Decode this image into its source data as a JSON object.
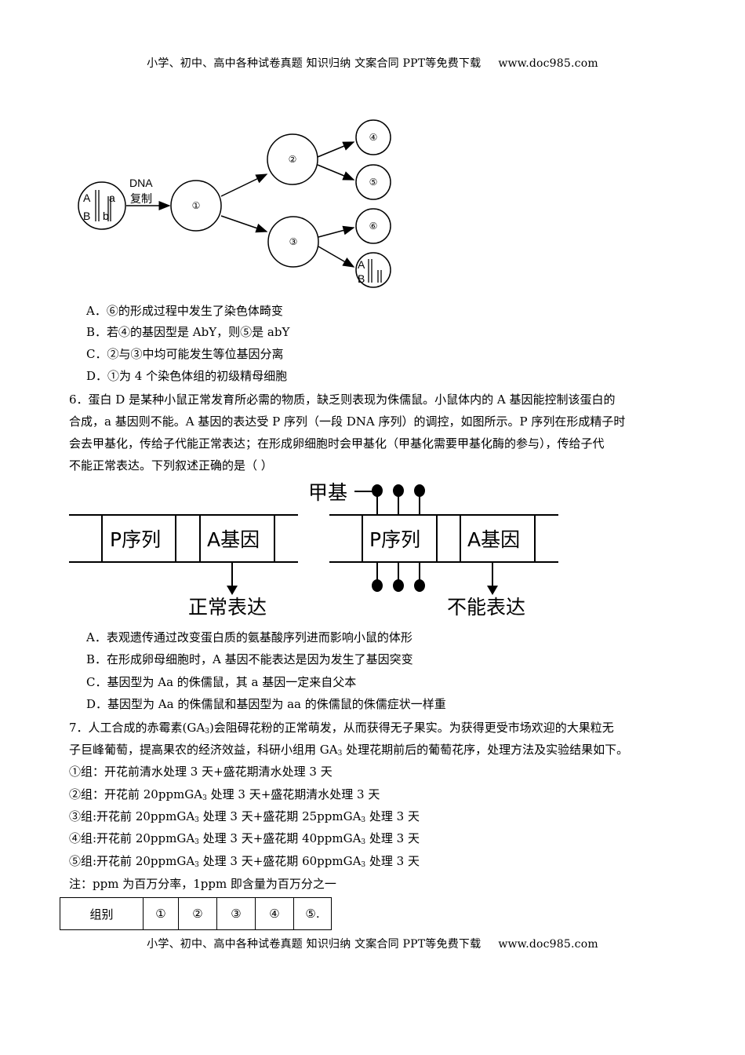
{
  "header": {
    "text": "小学、初中、高中各种试卷真题  知识归纳  文案合同  PPT等免费下载",
    "url": "www.doc985.com"
  },
  "footer": {
    "text": "小学、初中、高中各种试卷真题  知识归纳  文案合同  PPT等免费下载",
    "url": "www.doc985.com"
  },
  "diagram1": {
    "dna_label_1": "DNA",
    "dna_label_2": "复制",
    "cell0": {
      "g1": "A",
      "g2": "a",
      "g3": "B",
      "g4": "b"
    },
    "cells": [
      "①",
      "②",
      "③",
      "④",
      "⑤",
      "⑥"
    ],
    "cell7": {
      "g1": "A",
      "g2": "B"
    }
  },
  "q5_options": [
    "A．⑥的形成过程中发生了染色体畸变",
    "B．若④的基因型是  AbY，则⑤是 abY",
    "C．②与③中均可能发生等位基因分离",
    "D．①为 4 个染色体组的初级精母细胞"
  ],
  "q6": {
    "lines": [
      "6．蛋白 D 是某种小鼠正常发育所必需的物质，缺乏则表现为侏儒鼠。小鼠体内的 A 基因能控制该蛋白的",
      "合成，a 基因则不能。A 基因的表达受 P 序列（一段 DNA 序列）的调控，如图所示。P 序列在形成精子时",
      "会去甲基化，传给子代能正常表达；在形成卵细胞时会甲基化（甲基化需要甲基化酶的参与），传给子代",
      "不能正常表达。下列叙述正确的是（      ）"
    ],
    "diagram": {
      "methyl": "甲基",
      "p_seq": "P序列",
      "a_gene": "A基因",
      "normal": "正常表达",
      "not": "不能表达"
    },
    "options": [
      "A．表观遗传通过改变蛋白质的氨基酸序列进而影响小鼠的体形",
      "B．在形成卵母细胞时，A 基因不能表达是因为发生了基因突变",
      "C．基因型为 Aa 的侏儒鼠，其 a 基因一定来自父本",
      "D．基因型为 Aa 的侏儒鼠和基因型为 aa 的侏儒鼠的侏儒症状一样重"
    ]
  },
  "q7": {
    "line1_a": "7．人工合成的赤霉素(GA",
    "line1_sub": "3",
    "line1_b": ")会阻碍花粉的正常萌发，从而获得无子果实。为获得更受市场欢迎的大果粒无",
    "line2_a": "子巨峰葡萄，提高果农的经济效益，科研小组用  GA",
    "line2_sub": "3",
    "line2_b": " 处理花期前后的葡萄花序，处理方法及实验结果如下。",
    "g1": "①组：开花前清水处理 3 天+盛花期清水处理 3 天",
    "g2_a": "②组：开花前  20ppmGA",
    "g2_b": " 处理 3 天+盛花期清水处理 3 天",
    "g3_a": "③组:开花前  20ppmGA",
    "g3_b": " 处理 3 天+盛花期 25ppmGA",
    "g3_c": " 处理 3 天",
    "g4_a": "④组:开花前  20ppmGA",
    "g4_b": " 处理 3 天+盛花期 40ppmGA",
    "g4_c": " 处理 3 天",
    "g5_a": "⑤组:开花前  20ppmGA",
    "g5_b": " 处理 3 天+盛花期 60ppmGA",
    "g5_c": " 处理 3 天",
    "sub": "3",
    "note": "注：ppm 为百万分率，1ppm 即含量为百万分之一"
  },
  "table": {
    "headers": [
      "组别",
      "①",
      "②",
      "③",
      "④",
      "⑤."
    ]
  }
}
